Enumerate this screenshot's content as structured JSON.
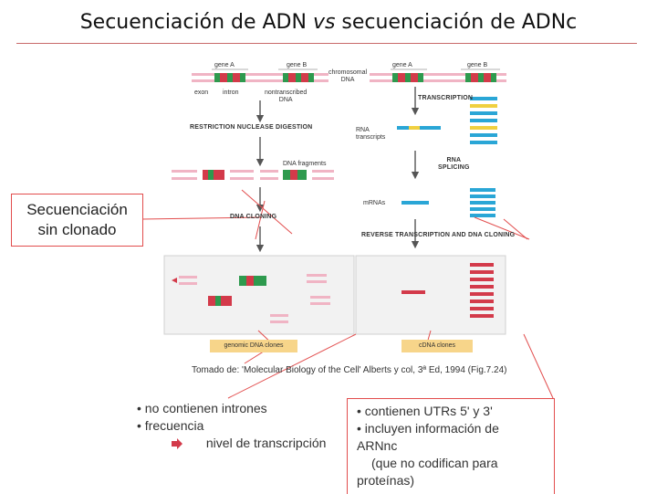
{
  "title_parts": {
    "a": "Secuenciación de ADN ",
    "b": "vs",
    "c": " secuenciación de ADNc"
  },
  "diagram": {
    "gene_a": "gene A",
    "gene_b": "gene B",
    "chromosomal_dna": "chromosomal\nDNA",
    "exon": "exon",
    "intron": "intron",
    "nontranscribed": "nontranscribed\nDNA",
    "restriction": "RESTRICTION NUCLEASE DIGESTION",
    "dna_fragments": "DNA fragments",
    "dna_cloning": "DNA CLONING",
    "transcription": "TRANSCRIPTION",
    "rna_transcripts": "RNA\ntranscripts",
    "rna_splicing": "RNA\nSPLICING",
    "mrnas": "mRNAs",
    "reverse": "REVERSE TRANSCRIPTION AND DNA CLONING",
    "genomic_clones": "genomic DNA clones",
    "cdna_clones": "cDNA clones"
  },
  "colors": {
    "exon": "#2e9a4e",
    "intron": "#d33a4a",
    "nontranscribed": "#f0b4c4",
    "mrna": "#2aa6d6",
    "arrow": "#555555",
    "highlight": "#e24d4d",
    "label_box": "#f7d58a"
  },
  "seq_box": {
    "line1": "Secuenciación",
    "line2": "sin clonado"
  },
  "credit": "Tomado de: 'Molecular Biology of the Cell' Alberts y col, 3ª Ed, 1994 (Fig.7.24)",
  "left_list": {
    "item1": "no contienen intrones",
    "item2": "frecuencia",
    "item3": "nivel de transcripción"
  },
  "right_list": {
    "item1": "contienen UTRs 5' y 3'",
    "item2": "incluyen información de",
    "item3": "ARNnc",
    "item4": "(que no codifican para",
    "item5": "proteínas)"
  },
  "icons": {
    "bullet": "bullet-icon",
    "arrow": "right-arrow-icon"
  }
}
